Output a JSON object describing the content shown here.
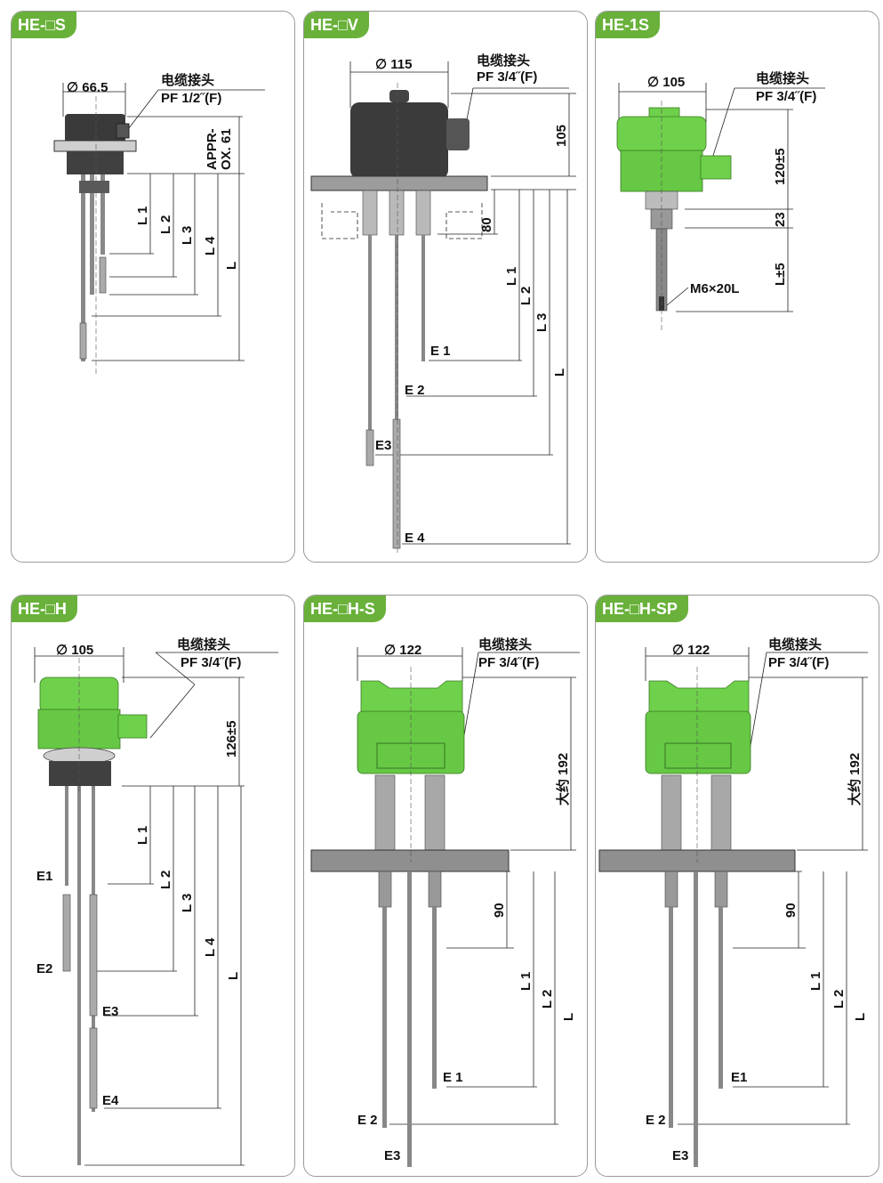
{
  "colors": {
    "tag_green": "#69b13a",
    "housing_green": "#6fd14b",
    "housing_dark": "#3f3f3f",
    "flange": "#8a8a8a",
    "rod": "#777777"
  },
  "panels": [
    {
      "id": "p1",
      "title": "HE-□S",
      "labels": {
        "diameter": "∅ 66.5",
        "cable_cn": "电缆接头",
        "cable_spec": "PF 1/2˝(F)",
        "approx_1": "APPR-",
        "approx_2": "OX. 61",
        "l1": "L 1",
        "l2": "L 2",
        "l3": "L 3",
        "l4": "L 4",
        "l": "L"
      }
    },
    {
      "id": "p2",
      "title": "HE-□V",
      "labels": {
        "diameter": "∅ 115",
        "cable_cn": "电缆接头",
        "cable_spec": "PF 3/4˝(F)",
        "h": "105",
        "flange": "80",
        "l1": "L 1",
        "l2": "L 2",
        "l3": "L 3",
        "l": "L",
        "e1": "E 1",
        "e2": "E 2",
        "e3": "E3",
        "e4": "E 4"
      }
    },
    {
      "id": "p3",
      "title": "HE-1S",
      "labels": {
        "diameter": "∅ 105",
        "cable_cn": "电缆接头",
        "cable_spec": "PF 3/4˝(F)",
        "h": "120±5",
        "neck": "23",
        "l": "L±5",
        "thread": "M6×20L"
      }
    },
    {
      "id": "p4",
      "title": "HE-□H",
      "labels": {
        "diameter": "∅ 105",
        "cable_cn": "电缆接头",
        "cable_spec": "PF 3/4˝(F)",
        "h": "126±5",
        "l1": "L 1",
        "l2": "L 2",
        "l3": "L 3",
        "l4": "L 4",
        "l": "L",
        "e1": "E1",
        "e2": "E2",
        "e3": "E3",
        "e4": "E4"
      }
    },
    {
      "id": "p5",
      "title": "HE-□H-S",
      "labels": {
        "diameter": "∅ 122",
        "cable_cn": "电缆接头",
        "cable_spec": "PF 3/4˝(F)",
        "h": "大约 192",
        "d90": "90",
        "l1": "L 1",
        "l2": "L 2",
        "l": "L",
        "e1": "E 1",
        "e2": "E 2",
        "e3": "E3"
      }
    },
    {
      "id": "p6",
      "title": "HE-□H-SP",
      "labels": {
        "diameter": "∅ 122",
        "cable_cn": "电缆接头",
        "cable_spec": "PF 3/4˝(F)",
        "h": "大约 192",
        "d90": "90",
        "l1": "L 1",
        "l2": "L 2",
        "l": "L",
        "e1": "E1",
        "e2": "E 2",
        "e3": "E3"
      }
    }
  ]
}
